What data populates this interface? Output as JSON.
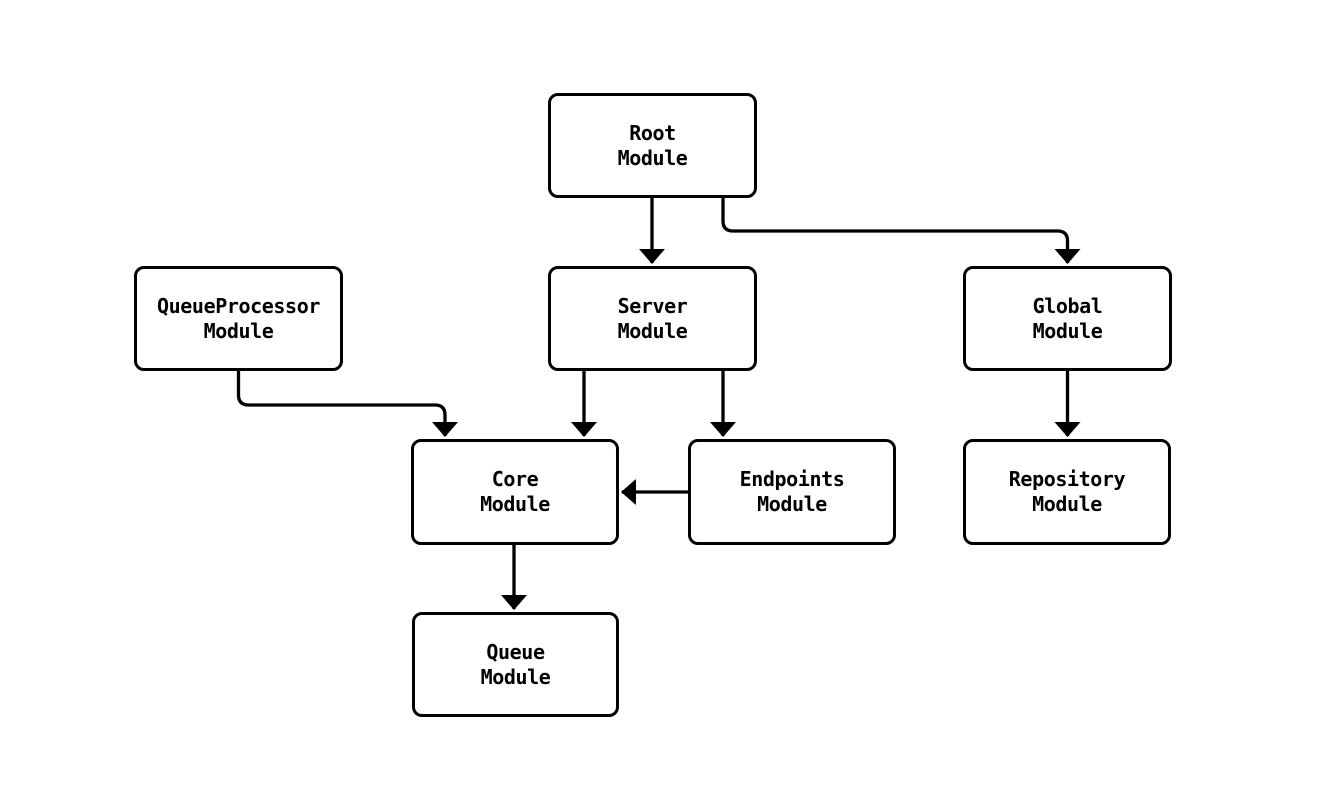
{
  "diagram": {
    "type": "module-dependency-flowchart",
    "colors": {
      "background": "#ffffff",
      "node_fill": "#ffffff",
      "stroke": "#000000",
      "text": "#000000"
    },
    "nodes": [
      {
        "id": "root",
        "label": "Root\nModule"
      },
      {
        "id": "queueprocessor",
        "label": "QueueProcessor\nModule"
      },
      {
        "id": "server",
        "label": "Server\nModule"
      },
      {
        "id": "global",
        "label": "Global\nModule"
      },
      {
        "id": "core",
        "label": "Core\nModule"
      },
      {
        "id": "endpoints",
        "label": "Endpoints\nModule"
      },
      {
        "id": "repository",
        "label": "Repository\nModule"
      },
      {
        "id": "queue",
        "label": "Queue\nModule"
      }
    ],
    "edges": [
      {
        "from": "Root Module",
        "to": "Server Module"
      },
      {
        "from": "Root Module",
        "to": "Global Module"
      },
      {
        "from": "QueueProcessor Module",
        "to": "Core Module"
      },
      {
        "from": "Server Module",
        "to": "Core Module"
      },
      {
        "from": "Server Module",
        "to": "Endpoints Module"
      },
      {
        "from": "Endpoints Module",
        "to": "Core Module"
      },
      {
        "from": "Global Module",
        "to": "Repository Module"
      },
      {
        "from": "Core Module",
        "to": "Queue Module"
      }
    ]
  }
}
